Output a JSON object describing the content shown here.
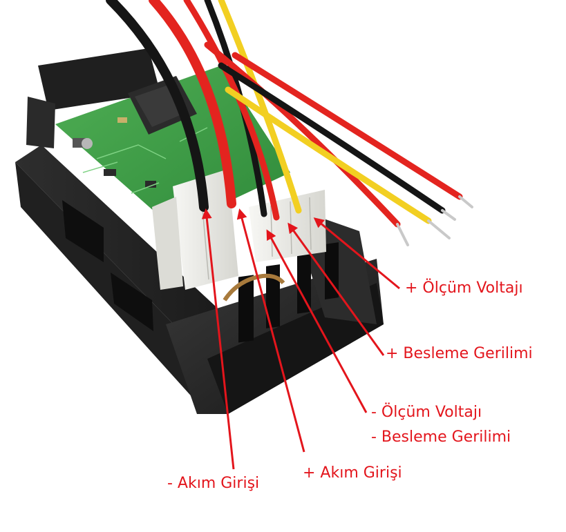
{
  "labels": {
    "olcum_voltaji_plus": "+ Ölçüm Voltajı",
    "besleme_gerilimi_plus": "+ Besleme Gerilimi",
    "olcum_voltaji_minus": "- Ölçüm Voltajı",
    "besleme_gerilimi_minus": "- Besleme Gerilimi",
    "akim_girisi_plus": "+ Akım Girişi",
    "akim_girisi_minus": "- Akım Girişi"
  },
  "colors": {
    "annotation": "#e3151c",
    "wire_black": "#151515",
    "wire_red": "#e3241f",
    "wire_yellow": "#f2cf22",
    "housing": "#262626",
    "pcb": "#3f9e45",
    "connector": "#eeeeea"
  },
  "icons": {
    "arrow": "red-arrowhead"
  }
}
